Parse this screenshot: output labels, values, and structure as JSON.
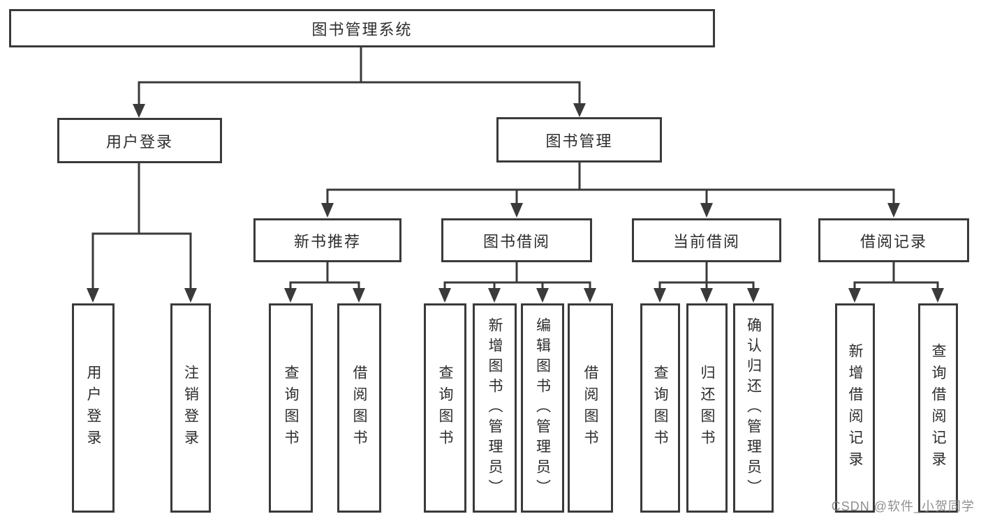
{
  "diagram_title": "图书管理系统",
  "nodes": {
    "root": {
      "label": "图书管理系统"
    },
    "user_login": {
      "label": "用户登录"
    },
    "book_mgmt": {
      "label": "图书管理"
    },
    "new_book_rec": {
      "label": "新书推荐"
    },
    "book_borrow": {
      "label": "图书借阅"
    },
    "current_borrow": {
      "label": "当前借阅"
    },
    "borrow_record": {
      "label": "借阅记录"
    },
    "leaf_user_login": {
      "label": "用户登录"
    },
    "leaf_logout": {
      "label": "注销登录"
    },
    "leaf_nbr_query": {
      "label": "查询图书"
    },
    "leaf_nbr_borrow": {
      "label": "借阅图书"
    },
    "leaf_bb_query": {
      "label": "查询图书"
    },
    "leaf_bb_add": {
      "label": "新增图书（管理员）"
    },
    "leaf_bb_edit": {
      "label": "编辑图书（管理员）"
    },
    "leaf_bb_borrow": {
      "label": "借阅图书"
    },
    "leaf_cb_query": {
      "label": "查询图书"
    },
    "leaf_cb_return": {
      "label": "归还图书"
    },
    "leaf_cb_confirm": {
      "label": "确认归还（管理员）"
    },
    "leaf_br_add": {
      "label": "新增借阅记录"
    },
    "leaf_br_query": {
      "label": "查询借阅记录"
    }
  },
  "hierarchy": [
    {
      "parent": "图书管理系统",
      "children": [
        "用户登录",
        "图书管理"
      ]
    },
    {
      "parent": "用户登录",
      "children": [
        "用户登录",
        "注销登录"
      ]
    },
    {
      "parent": "图书管理",
      "children": [
        "新书推荐",
        "图书借阅",
        "当前借阅",
        "借阅记录"
      ]
    },
    {
      "parent": "新书推荐",
      "children": [
        "查询图书",
        "借阅图书"
      ]
    },
    {
      "parent": "图书借阅",
      "children": [
        "查询图书",
        "新增图书（管理员）",
        "编辑图书（管理员）",
        "借阅图书"
      ]
    },
    {
      "parent": "当前借阅",
      "children": [
        "查询图书",
        "归还图书",
        "确认归还（管理员）"
      ]
    },
    {
      "parent": "借阅记录",
      "children": [
        "新增借阅记录",
        "查询借阅记录"
      ]
    }
  ],
  "watermark": {
    "text": "CSDN @软件_小贺同学"
  },
  "colors": {
    "line": "#3a3a3a",
    "box_border": "#3a3a3a",
    "text": "#2d2d2d",
    "background": "#ffffff",
    "watermark": "#868686"
  }
}
